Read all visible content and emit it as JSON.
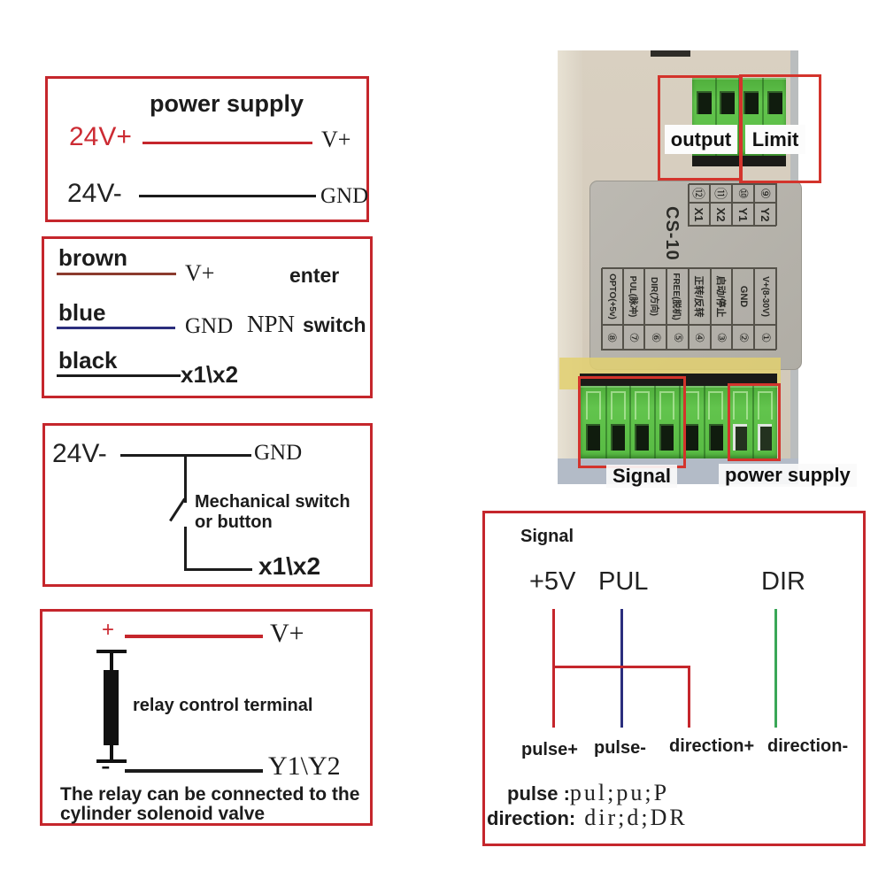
{
  "power_supply_box": {
    "title": "power supply",
    "pos_label": "24V+",
    "pos_terminal": "V+",
    "neg_label": "24V-",
    "neg_terminal": "GND"
  },
  "npn_box": {
    "wire1": "brown",
    "wire1_terminal": "V+",
    "enter": "enter",
    "wire2": "blue",
    "wire2_terminal": "GND",
    "npn": "NPN",
    "switch": "switch",
    "wire3": "black",
    "wire3_terminal": "x1\\x2"
  },
  "mech_box": {
    "source": "24V-",
    "top_terminal": "GND",
    "switch_line1": "Mechanical switch",
    "switch_line2": "or button",
    "bottom_terminal": "x1\\x2"
  },
  "relay_box": {
    "plus": "+",
    "top_terminal": "V+",
    "label": "relay control terminal",
    "minus": "-",
    "bottom_terminal": "Y1\\Y2",
    "caption_line1": "The relay can be connected to the",
    "caption_line2": "cylinder solenoid valve"
  },
  "photo": {
    "output_label": "output",
    "limit_label": "Limit",
    "model": "CS-10",
    "top_pins": [
      {
        "num": "⑨",
        "name": "Y2"
      },
      {
        "num": "⑩",
        "name": "Y1"
      },
      {
        "num": "⑪",
        "name": "X2"
      },
      {
        "num": "⑫",
        "name": "X1"
      }
    ],
    "bottom_pins": [
      {
        "name": "V+(8-30V)",
        "num": "①"
      },
      {
        "name": "GND",
        "num": "②"
      },
      {
        "name": "启动/停止",
        "num": "③"
      },
      {
        "name": "正转/反转",
        "num": "④"
      },
      {
        "name": "FREE(脱机)",
        "num": "⑤"
      },
      {
        "name": "DIR(方向)",
        "num": "⑥"
      },
      {
        "name": "PUL(脉冲)",
        "num": "⑦"
      },
      {
        "name": "OPTO(+5v)",
        "num": "⑧"
      }
    ],
    "signal_caption": "Signal",
    "power_caption": "power supply"
  },
  "signal_box": {
    "title": "Signal",
    "headers": [
      "+5V",
      "PUL",
      "DIR"
    ],
    "wire_labels": [
      "pulse+",
      "pulse-",
      "direction+",
      "direction-"
    ],
    "legend": [
      {
        "key": "pulse :",
        "value": "pul;pu;P"
      },
      {
        "key": "direction:",
        "value": "dir;d;DR"
      }
    ]
  },
  "colors": {
    "accent_red": "#c5262c",
    "wire_blue": "#2b2e7d",
    "wire_green": "#3aa757",
    "wire_brown": "#8c3b2e",
    "wire_black": "#1c1c1c",
    "terminal_green": "#58bb43"
  }
}
